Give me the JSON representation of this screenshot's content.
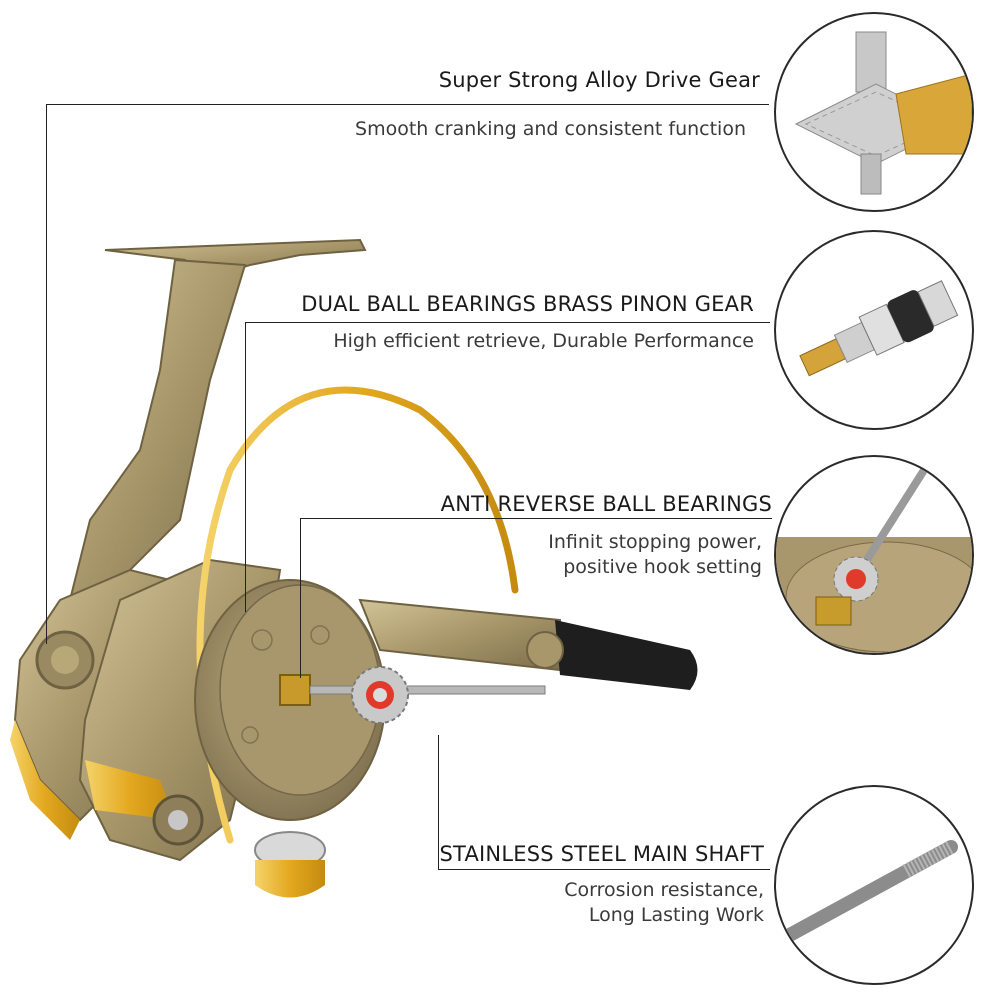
{
  "features": [
    {
      "title": "Super Strong Alloy Drive Gear",
      "desc": [
        "Smooth cranking and consistent function"
      ]
    },
    {
      "title": "DUAL BALL BEARINGS BRASS PINON GEAR",
      "desc": [
        "High efficient retrieve, Durable Performance"
      ]
    },
    {
      "title": "ANTI REVERSE BALL BEARINGS",
      "desc": [
        "Infinit stopping power,",
        "positive hook setting"
      ]
    },
    {
      "title": "STAINLESS STEEL MAIN SHAFT",
      "desc": [
        "Corrosion resistance,",
        "Long Lasting Work"
      ]
    }
  ],
  "colors": {
    "reel_body": "#b5a57a",
    "gold": "#e8b830",
    "line": "#222222"
  }
}
